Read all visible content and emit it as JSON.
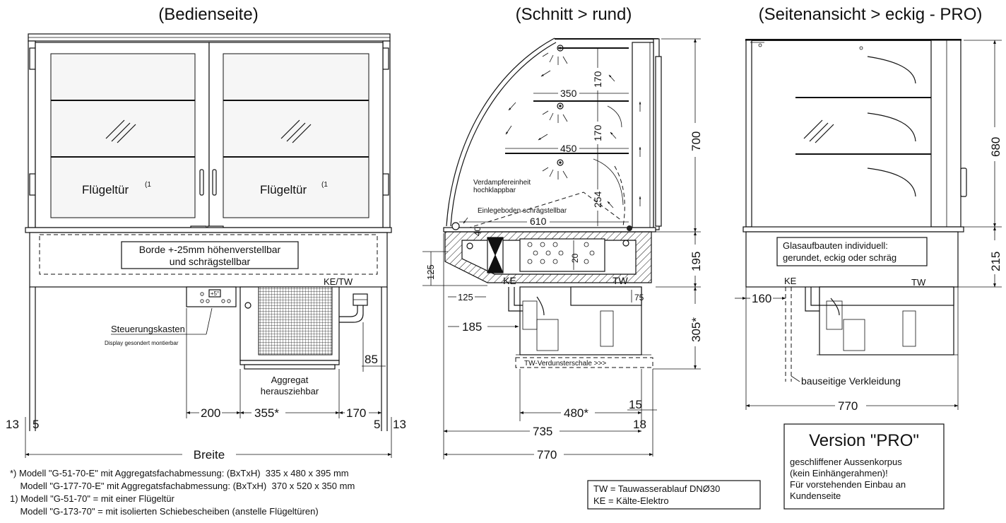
{
  "views": {
    "front": {
      "title": "(Bedienseite)",
      "door_left": "Flügeltür",
      "door_right": "Flügeltür",
      "door_note": "(1",
      "shelf_note_1": "Borde +-25mm höhenverstellbar",
      "shelf_note_2": "und schrägstellbar",
      "display_value": "+5°",
      "ke_tw": "KE/TW",
      "control_box": "Steuerungskasten",
      "control_box_sub": "Display gesondert montierbar",
      "aggregate_1": "Aggregat",
      "aggregate_2": "herausziehbar",
      "dims": {
        "d85": "85",
        "d200": "200",
        "d355": "355*",
        "d170": "170",
        "d13l": "13",
        "d5l": "5",
        "d5r": "5",
        "d13r": "13",
        "width": "Breite"
      }
    },
    "section": {
      "title": "(Schnitt > rund)",
      "evaporator_1": "Verdampfereinheit",
      "evaporator_2": "hochklappbar",
      "insert_shelf": "Einlegeboden schrägstellbar",
      "ke": "KE",
      "tw": "TW",
      "tray": "TW-Verdunsterschale >>>",
      "dims": {
        "d350": "350",
        "d450": "450",
        "d610": "610",
        "d170a": "170",
        "d170b": "170",
        "d254": "254",
        "d40": "40",
        "d20": "20",
        "d700": "700",
        "d195": "195",
        "d305": "305*",
        "d125a": "125",
        "d125b": "125",
        "d75": "75",
        "d185": "185",
        "d480": "480*",
        "d15": "15",
        "d18": "18",
        "d735": "735",
        "d770": "770"
      }
    },
    "side": {
      "title": "(Seitenansicht > eckig - PRO)",
      "glass_note_1": "Glasaufbauten individuell:",
      "glass_note_2": "gerundet, eckig oder schräg",
      "ke": "KE",
      "tw": "TW",
      "cladding": "bauseitige Verkleidung",
      "dims": {
        "d680": "680",
        "d215": "215",
        "d160": "160",
        "d770": "770"
      }
    }
  },
  "version_box": {
    "title": "Version \"PRO\"",
    "line1": "geschliffener Aussenkorpus",
    "line2": "(kein Einhängerahmen)!",
    "line3": "Für vorstehenden Einbau an",
    "line4": "Kundenseite"
  },
  "legend": {
    "tw": "TW = Tauwasserablauf DNØ30",
    "ke": "KE = Kälte-Elektro"
  },
  "footnotes": [
    "*) Modell \"G-51-70-E\" mit Aggregatsfachabmessung: (BxTxH)  335 x 480 x 395 mm",
    "    Modell \"G-177-70-E\" mit Aggregatsfachabmessung: (BxTxH)  370 x 520 x 350 mm",
    "1) Modell \"G-51-70\" = mit einer Flügeltür",
    "    Modell \"G-173-70\" = mit isolierten Schiebescheiben (anstelle Flügeltüren)"
  ]
}
